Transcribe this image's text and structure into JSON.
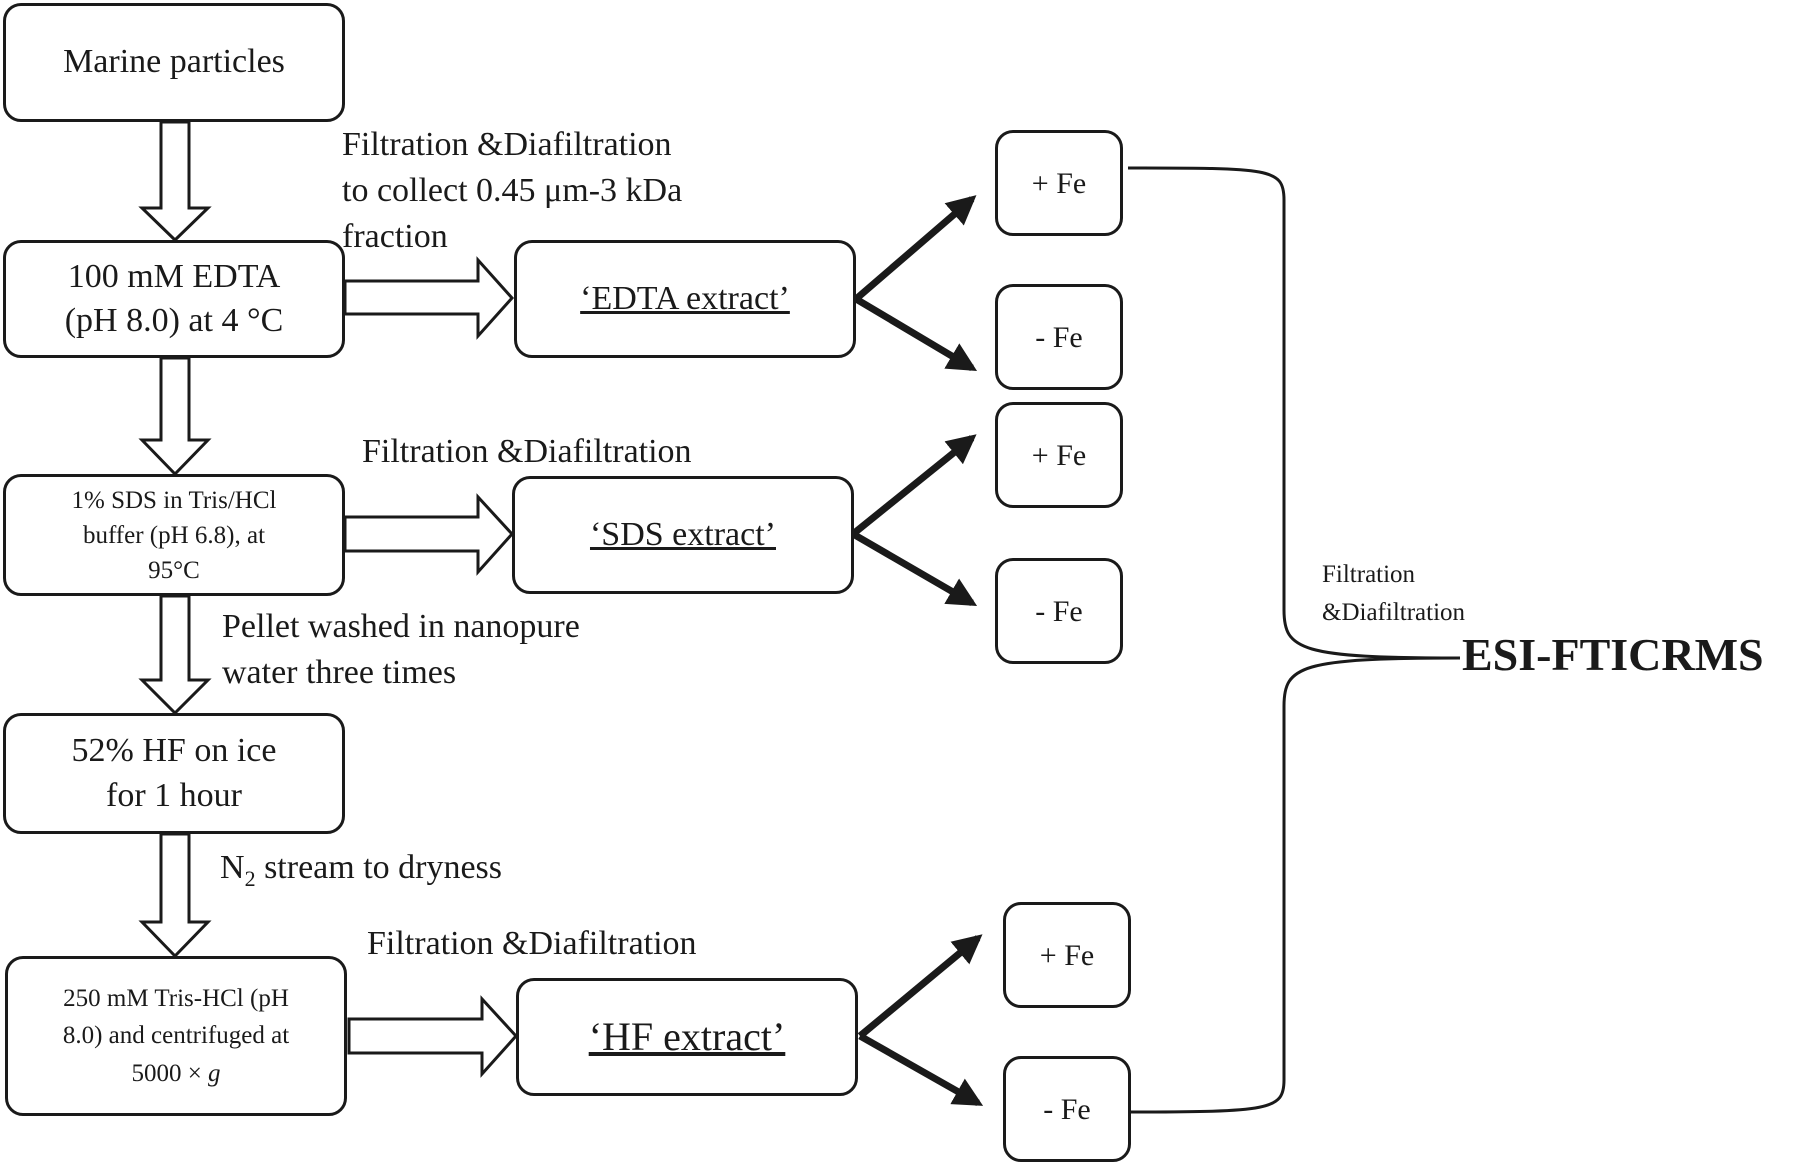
{
  "steps": {
    "marine_particles": "Marine particles",
    "edta_line1": "100 mM EDTA",
    "edta_line2": "(pH 8.0) at 4 °C",
    "sds_line1": "1% SDS in Tris/HCl",
    "sds_line2": "buffer (pH 6.8), at",
    "sds_line3": "95°C",
    "hf_line1": "52% HF on ice",
    "hf_line2": "for 1 hour",
    "tris_line1": "250 mM Tris-HCl (pH",
    "tris_line2": "8.0) and centrifuged at",
    "tris_line3_pre": "5000 × ",
    "tris_line3_g": "g"
  },
  "extracts": {
    "edta": "‘EDTA extract’",
    "sds": "‘SDS extract’",
    "hf": "‘HF extract’"
  },
  "labels": {
    "filt1_line1": "Filtration &Diafiltration",
    "filt1_line2": "to collect 0.45 μm-3 kDa",
    "filt1_line3": "fraction",
    "filt2": "Filtration &Diafiltration",
    "pellet_line1": "Pellet washed in nanopure",
    "pellet_line2": "water three times",
    "n2_pre": "N",
    "n2_sub": "2",
    "n2_post": " stream to dryness",
    "filt3": "Filtration &Diafiltration",
    "final_filt_line1": "Filtration",
    "final_filt_line2": "&Diafiltration"
  },
  "fe": {
    "plus": "+ Fe",
    "minus": "- Fe"
  },
  "output": "ESI-FTICRMS"
}
